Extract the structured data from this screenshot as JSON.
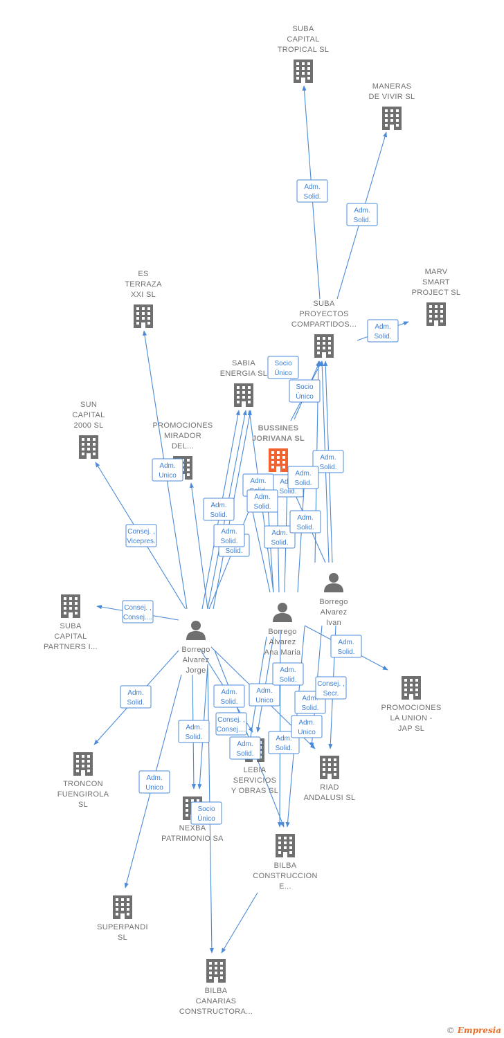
{
  "nodes": [
    {
      "id": "suba_capital_tropical",
      "type": "company",
      "label": [
        "SUBA",
        "CAPITAL",
        "TROPICAL  SL"
      ]
    },
    {
      "id": "maneras_de_vivir",
      "type": "company",
      "label": [
        "MANERAS",
        "DE VIVIR  SL"
      ]
    },
    {
      "id": "marv_smart",
      "type": "company",
      "label": [
        "MARV",
        "SMART",
        "PROJECT  SL"
      ]
    },
    {
      "id": "suba_proyectos",
      "type": "company",
      "label": [
        "SUBA",
        "PROYECTOS",
        "COMPARTIDOS..."
      ]
    },
    {
      "id": "es_terraza",
      "type": "company",
      "label": [
        "ES",
        "TERRAZA",
        "XXI SL"
      ]
    },
    {
      "id": "sabia_energia",
      "type": "company",
      "label": [
        "SABIA",
        "ENERGIA  SL"
      ]
    },
    {
      "id": "sun_capital",
      "type": "company",
      "label": [
        "SUN",
        "CAPITAL",
        "2000  SL"
      ]
    },
    {
      "id": "promociones_mirador",
      "type": "company",
      "label": [
        "PROMOCIONES",
        "MIRADOR",
        "DEL..."
      ]
    },
    {
      "id": "bussines_jorivana",
      "type": "focus",
      "label": [
        "BUSSINES",
        "JORIVANA  SL"
      ]
    },
    {
      "id": "suba_capital_partners",
      "type": "company",
      "label": [
        "SUBA",
        "CAPITAL",
        "PARTNERS I..."
      ]
    },
    {
      "id": "borrego_jorge",
      "type": "person",
      "label": [
        "Borrego",
        "Alvarez",
        "Jorge"
      ]
    },
    {
      "id": "borrego_ana",
      "type": "person",
      "label": [
        "Borrego",
        "Alvarez",
        "Ana Maria"
      ]
    },
    {
      "id": "borrego_ivan",
      "type": "person",
      "label": [
        "Borrego",
        "Alvarez",
        "Ivan"
      ]
    },
    {
      "id": "promociones_union",
      "type": "company",
      "label": [
        "PROMOCIONES",
        "LA UNION -",
        "JAP  SL"
      ]
    },
    {
      "id": "troncon",
      "type": "company",
      "label": [
        "TRONCON",
        "FUENGIROLA",
        "SL"
      ]
    },
    {
      "id": "lebia",
      "type": "company",
      "label": [
        "LEBIA",
        "SERVICIOS",
        "Y OBRAS  SL"
      ]
    },
    {
      "id": "riad",
      "type": "company",
      "label": [
        "RIAD",
        "ANDALUSI  SL"
      ]
    },
    {
      "id": "nexba",
      "type": "company",
      "label": [
        "NEXBA",
        "PATRIMONIO SA"
      ]
    },
    {
      "id": "bilba_construccion",
      "type": "company",
      "label": [
        "BILBA",
        "CONSTRUCCION",
        "E..."
      ]
    },
    {
      "id": "superpandi",
      "type": "company",
      "label": [
        "SUPERPANDI",
        "SL"
      ]
    },
    {
      "id": "bilba_canarias",
      "type": "company",
      "label": [
        "BILBA",
        "CANARIAS",
        "CONSTRUCTORA..."
      ]
    }
  ],
  "edge_labels": [
    [
      "Adm.",
      "Solid."
    ],
    [
      "Adm.",
      "Solid."
    ],
    [
      "Adm.",
      "Solid."
    ],
    [
      "Socio",
      "Único"
    ],
    [
      "Socio",
      "Único"
    ],
    [
      "Adm.",
      "Unico"
    ],
    [
      "Adm.",
      "Solid."
    ],
    [
      "Adm.",
      "Solid."
    ],
    [
      "Adm.",
      "Solid."
    ],
    [
      "Adm.",
      "Solid."
    ],
    [
      "Adm.",
      "Solid."
    ],
    [
      "Adm.",
      "Solid."
    ],
    [
      "Adm.",
      "Solid."
    ],
    [
      "Adm.",
      "Solid."
    ],
    [
      "Consej. ,",
      "Vicepres."
    ],
    [
      "Consej. ,",
      "Consej...."
    ],
    [
      "Adm.",
      "Solid."
    ],
    [
      "Adm.",
      "Solid."
    ],
    [
      "Adm.",
      "Solid."
    ],
    [
      "Adm.",
      "Unico"
    ],
    [
      "Adm.",
      "Solid."
    ],
    [
      "Adm.",
      "Solid."
    ],
    [
      "Adm.",
      "Solid."
    ],
    [
      "Adm.",
      "Solid."
    ],
    [
      "Consej. ,",
      "Secr."
    ],
    [
      "Consej. ,",
      "Consej...."
    ],
    [
      "Adm.",
      "Solid."
    ],
    [
      "Adm.",
      "Solid."
    ],
    [
      "Adm.",
      "Solid."
    ],
    [
      "Adm.",
      "Unico"
    ],
    [
      "Adm.",
      "Unico"
    ],
    [
      "Socio",
      "Único"
    ]
  ],
  "brand": {
    "copyright": "©",
    "name": "Empresia"
  },
  "colors": {
    "edge": "#4a8ad8",
    "company": "#6f6f6f",
    "focus": "#f0622f",
    "person": "#6f6f6f"
  }
}
